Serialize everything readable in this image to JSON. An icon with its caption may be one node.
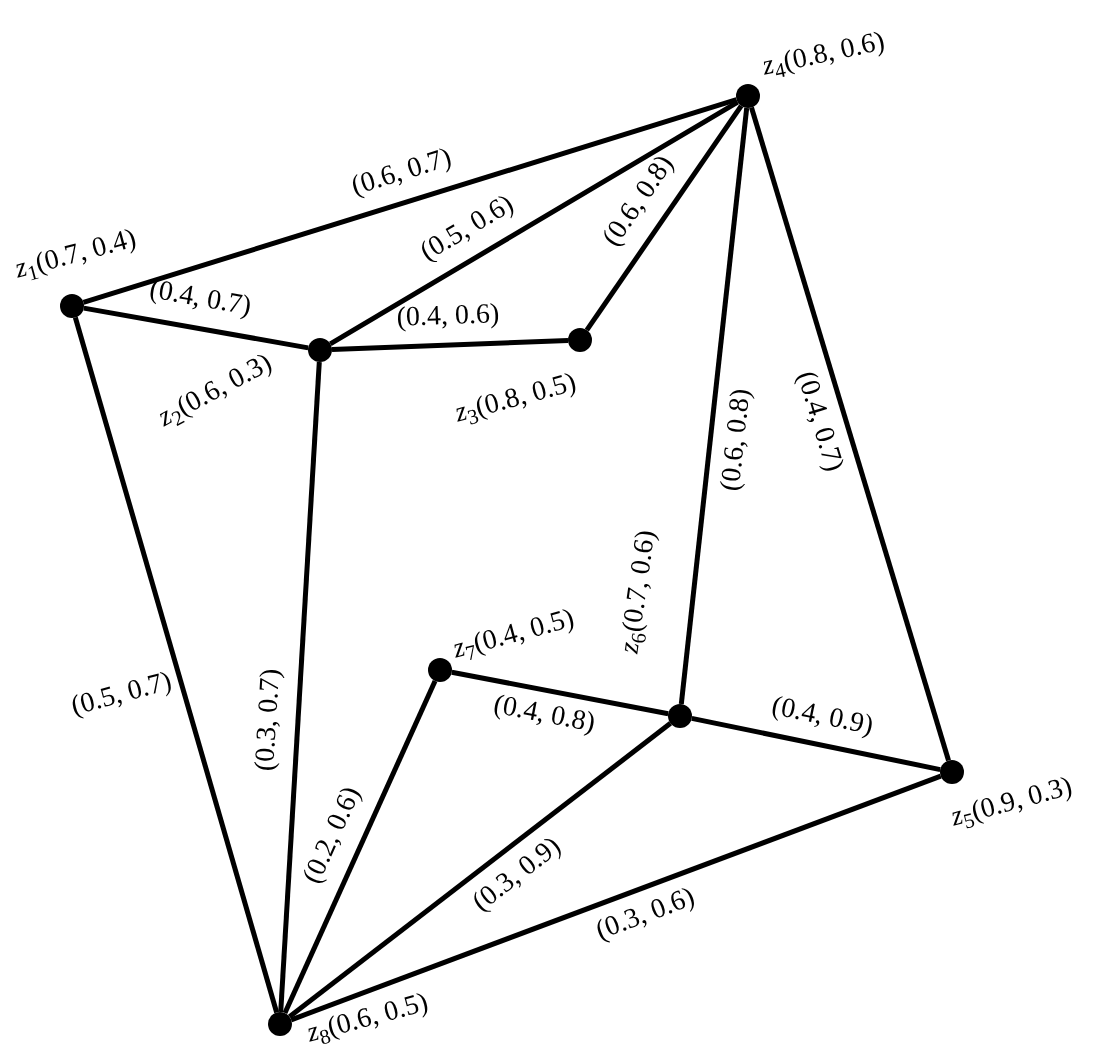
{
  "diagram": {
    "nodes": [
      {
        "text": [],
        "shape": "circle",
        "beside": [
          "*z*$_{1}$(0.7, 0.4)"
        ]
      },
      {
        "text": [],
        "shape": "circle",
        "beside": [
          "*z*$_{2}$(0.6, 0.3)"
        ]
      },
      {
        "text": [],
        "shape": "circle",
        "beside": [
          "*z*$_{3}$(0.8, 0.5)"
        ]
      },
      {
        "text": [],
        "shape": "circle",
        "beside": [
          "*z*$_{4}$(0.8, 0.6)"
        ]
      },
      {
        "text": [],
        "shape": "circle",
        "beside": [
          "*z*$_{5}$(0.9, 0.3)"
        ]
      },
      {
        "text": [],
        "shape": "circle",
        "beside": [
          "*z*$_{6}$(0.7, 0.6)"
        ]
      },
      {
        "text": [],
        "shape": "circle",
        "beside": [
          "*z*$_{7}$(0.4, 0.5)"
        ]
      },
      {
        "text": [],
        "shape": "circle",
        "beside": [
          "*z*$_{8}$(0.6, 0.5)"
        ]
      }
    ],
    "edges": [
      {
        "from": 0,
        "to": 3,
        "arrow": "none",
        "label": "(0.6, 0.7)"
      },
      {
        "from": 0,
        "to": 1,
        "arrow": "none",
        "label": "(0.4, 0.7)"
      },
      {
        "from": 1,
        "to": 3,
        "arrow": "none",
        "label": "(0.5, 0.6)"
      },
      {
        "from": 1,
        "to": 2,
        "arrow": "none",
        "label": "(0.4, 0.6)"
      },
      {
        "from": 2,
        "to": 3,
        "arrow": "none",
        "label": "(0.6, 0.8)"
      },
      {
        "from": 3,
        "to": 5,
        "arrow": "none",
        "label": "(0.6, 0.8)"
      },
      {
        "from": 3,
        "to": 4,
        "arrow": "none",
        "label": "(0.4, 0.7)"
      },
      {
        "from": 1,
        "to": 7,
        "arrow": "none",
        "label": "(0.3, 0.7)"
      },
      {
        "from": 0,
        "to": 7,
        "arrow": "none",
        "label": "(0.5, 0.7)"
      },
      {
        "from": 6,
        "to": 5,
        "arrow": "none",
        "label": "(0.4, 0.8)"
      },
      {
        "from": 5,
        "to": 4,
        "arrow": "none",
        "label": "(0.4, 0.9)"
      },
      {
        "from": 6,
        "to": 7,
        "arrow": "none",
        "label": "(0.2, 0.6)"
      },
      {
        "from": 5,
        "to": 7,
        "arrow": "none",
        "label": "(0.3, 0.9)"
      },
      {
        "from": 4,
        "to": 7,
        "arrow": "none",
        "label": "(0.3, 0.6)"
      }
    ]
  }
}
